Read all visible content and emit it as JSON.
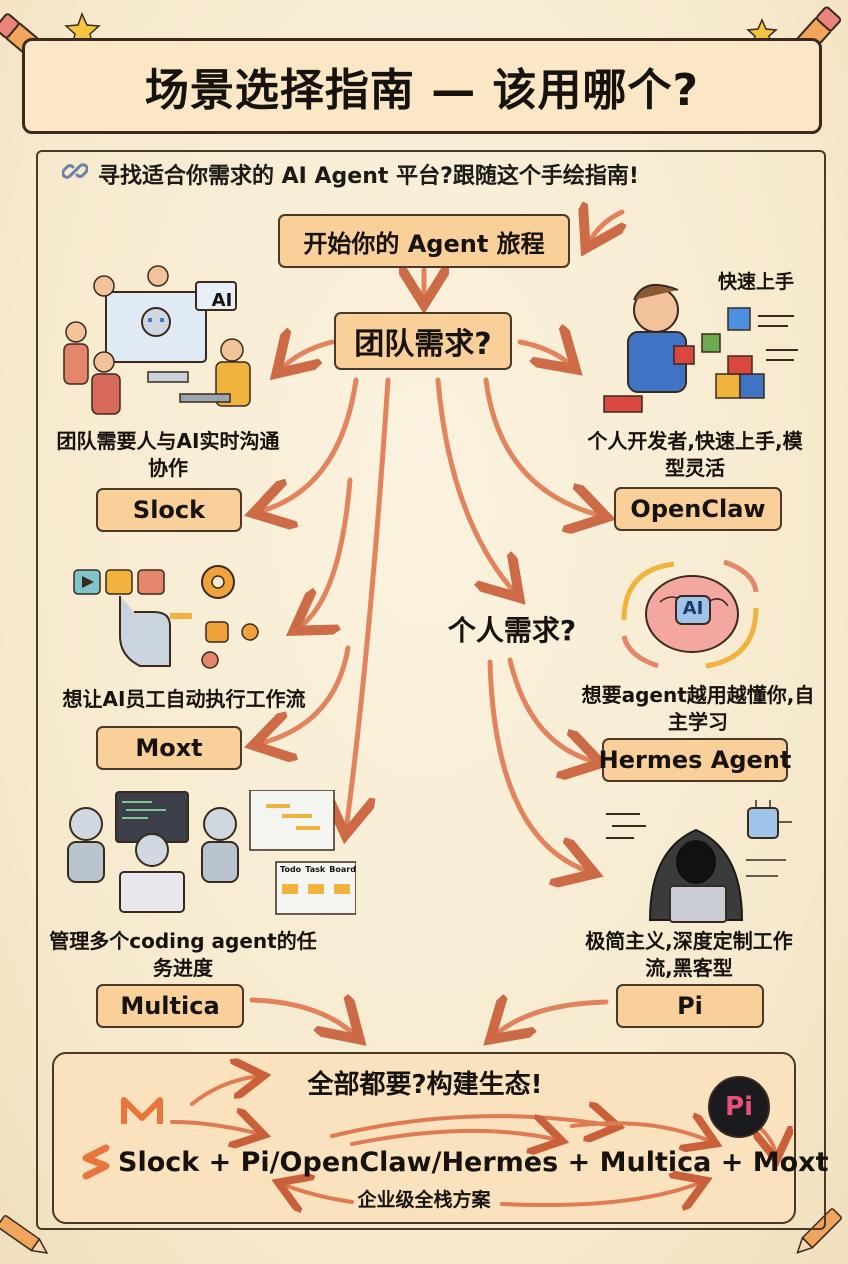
{
  "title": "场景选择指南 — 该用哪个?",
  "subtitle": "寻找适合你需求的 AI Agent 平台?跟随这个手绘指南!",
  "start_node": "开始你的 Agent 旅程",
  "team_node": "团队需求?",
  "personal_node": "个人需求?",
  "quick_tag": "快速上手",
  "left_items": [
    {
      "desc": "团队需要人与AI实时沟通协作",
      "name": "Slock"
    },
    {
      "desc": "想让AI员工自动执行工作流",
      "name": "Moxt"
    },
    {
      "desc": "管理多个coding agent的任务进度",
      "name": "Multica"
    }
  ],
  "right_items": [
    {
      "desc": "个人开发者,快速上手,模型灵活",
      "name": "OpenClaw"
    },
    {
      "desc": "想要agent越用越懂你,自主学习",
      "name": "Hermes Agent"
    },
    {
      "desc": "极简主义,深度定制工作流,黑客型",
      "name": "Pi"
    }
  ],
  "illustration_labels": {
    "ai_screen": "AI",
    "brain": "AI",
    "board_cols": [
      "Todo",
      "Task",
      "Board"
    ],
    "pi_logo": "Pi"
  },
  "bottom": {
    "title": "全部都要?构建生态!",
    "formula": "Slock + Pi/OpenClaw/Hermes + Multica + Moxt",
    "caption": "企业级全栈方案"
  },
  "colors": {
    "accent_box": "#f9cf9a",
    "arrow": "#e07a52",
    "outline": "#4a3828",
    "background": "#f7ecd3"
  }
}
